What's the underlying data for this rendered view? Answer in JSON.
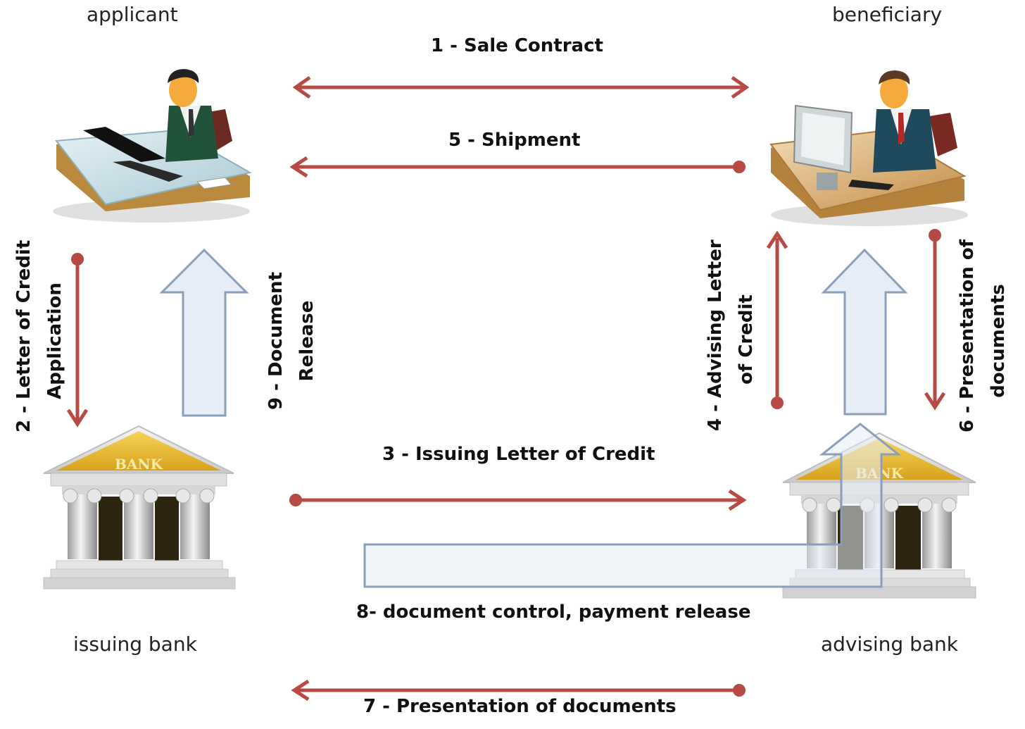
{
  "parties": {
    "applicant": "applicant",
    "beneficiary": "beneficiary",
    "issuing_bank": "issuing bank",
    "advising_bank": "advising bank"
  },
  "bank_sign": "BANK",
  "steps": {
    "s1": "1 - Sale Contract",
    "s2_line1": "2 - Letter of Credit",
    "s2_line2": "Application",
    "s3": "3 - Issuing Letter of Credit",
    "s4_line1": "4 - Advising Letter",
    "s4_line2": "of Credit",
    "s5": "5 - Shipment",
    "s6_line1": "6 - Presentation of",
    "s6_line2": "documents",
    "s7": "7 - Presentation of documents",
    "s8": "8- document control, payment release",
    "s9_line1": "9 - Document",
    "s9_line2": "Release"
  },
  "colors": {
    "arrow_red": "#b84a45",
    "block_arrow_fill": "#e6edf6",
    "block_arrow_stroke": "#8a9fba",
    "bank_gold": "#e8b830",
    "bank_column": "#d8d8d8",
    "desk_gold": "#c89a5a",
    "desk_glass": "#cfe3ea"
  }
}
